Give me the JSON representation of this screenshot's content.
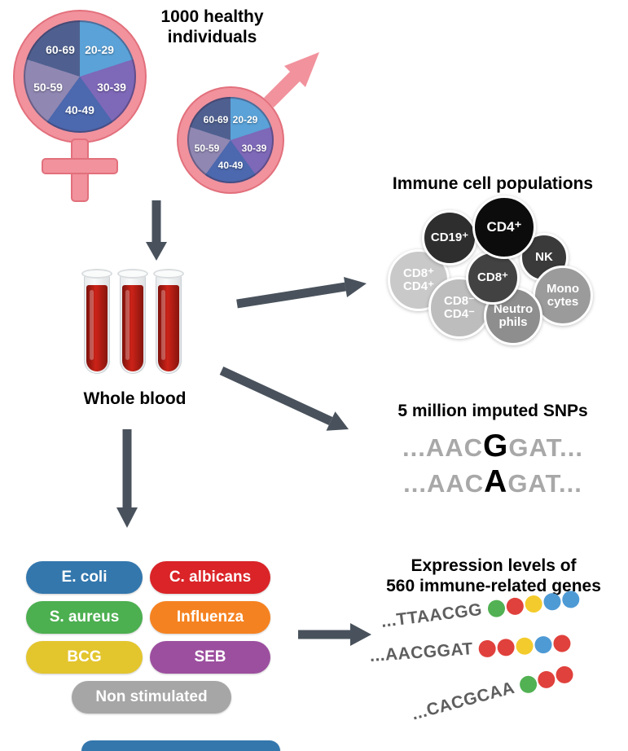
{
  "top": {
    "title": "1000 healthy\nindividuals"
  },
  "age_groups": [
    "20-29",
    "30-39",
    "40-49",
    "50-59",
    "60-69"
  ],
  "pie_colors": {
    "20-29": "#5aa2d8",
    "30-39": "#7e68b8",
    "40-49": "#4c68ae",
    "50-59": "#9087b2",
    "60-69": "#4f6090"
  },
  "symbol_pink": "#f1929d",
  "arrow_color": "#49525c",
  "blood": {
    "label": "Whole blood"
  },
  "immune": {
    "title": "Immune cell populations",
    "cells": [
      {
        "label": "CD19⁺",
        "color": "#2e2e2e"
      },
      {
        "label": "CD4⁺",
        "color": "#0c0c0c"
      },
      {
        "label": "NK",
        "color": "#3a3a3a"
      },
      {
        "label": "CD8⁺\nCD4⁺",
        "color": "#c9c9c9"
      },
      {
        "label": "Mono\ncytes",
        "color": "#9b9b9b"
      },
      {
        "label": "CD8⁻\nCD4⁻",
        "color": "#bdbdbd"
      },
      {
        "label": "Neutro\nphils",
        "color": "#8e8e8e"
      },
      {
        "label": "CD8⁺",
        "color": "#424242"
      }
    ]
  },
  "snps": {
    "title": "5 million imputed SNPs",
    "rows": [
      {
        "pre": "...AAC",
        "variant": "G",
        "post": "GAT..."
      },
      {
        "pre": "...AAC",
        "variant": "A",
        "post": "GAT..."
      }
    ]
  },
  "stimuli": {
    "items": [
      {
        "label": "E. coli",
        "color": "#3377ad"
      },
      {
        "label": "C. albicans",
        "color": "#da2428"
      },
      {
        "label": "S. aureus",
        "color": "#4caf50"
      },
      {
        "label": "Influenza",
        "color": "#f58220"
      },
      {
        "label": "BCG",
        "color": "#e3c52e"
      },
      {
        "label": "SEB",
        "color": "#9c4f9f"
      },
      {
        "label": "Non stimulated",
        "color": "#a6a6a6"
      }
    ],
    "partial_color": "#3377ad"
  },
  "expression": {
    "title": "Expression levels of\n560 immune-related genes",
    "genes": [
      {
        "seq": "...TTAACGG",
        "dots": [
          "#52b153",
          "#e0413c",
          "#f3cb2c",
          "#4e9ad5",
          "#4e9ad5"
        ]
      },
      {
        "seq": "...AACGGAT",
        "dots": [
          "#e0413c",
          "#e0413c",
          "#f3cb2c",
          "#4e9ad5",
          "#e0413c"
        ]
      },
      {
        "seq": "...CACGCAA",
        "dots": [
          "#52b153",
          "#e0413c",
          "#e0413c"
        ]
      }
    ]
  }
}
